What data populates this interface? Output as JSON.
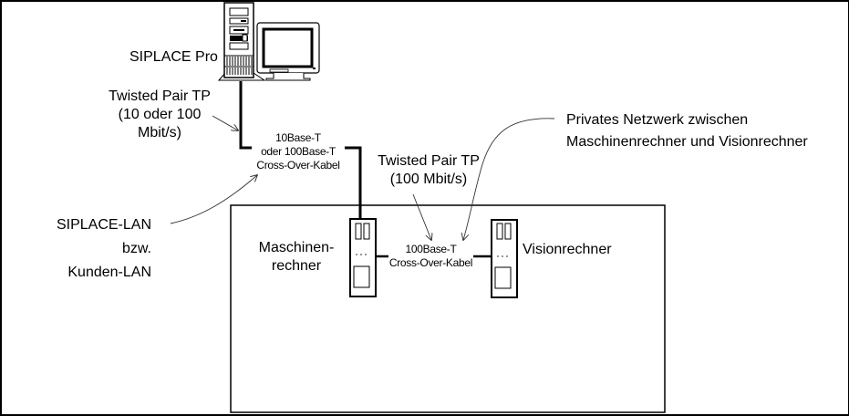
{
  "diagram": {
    "title": "SIPLACE network topology",
    "nodes": {
      "siplace_pro": {
        "label": "SIPLACE Pro"
      },
      "maschinenrechner": {
        "label_line1": "Maschinen-",
        "label_line2": "rechner"
      },
      "visionrechner": {
        "label": "Visionrechner"
      }
    },
    "cables": {
      "upper": {
        "line1": "10Base-T",
        "line2": "oder 100Base-T",
        "line3": "Cross-Over-Kabel"
      },
      "lower": {
        "line1": "100Base-T",
        "line2": "Cross-Over-Kabel"
      }
    },
    "annotations": {
      "twisted_pair_upper": {
        "line1": "Twisted Pair TP",
        "line2": "(10 oder 100",
        "line3": "Mbit/s)"
      },
      "twisted_pair_lower": {
        "line1": "Twisted Pair TP",
        "line2": "(100 Mbit/s)"
      },
      "siplace_lan": {
        "line1": "SIPLACE-LAN",
        "line2": "bzw.",
        "line3": "Kunden-LAN"
      },
      "private_network": {
        "line1": "Privates Netzwerk zwischen",
        "line2": "Maschinenrechner und Visionrechner"
      }
    }
  }
}
